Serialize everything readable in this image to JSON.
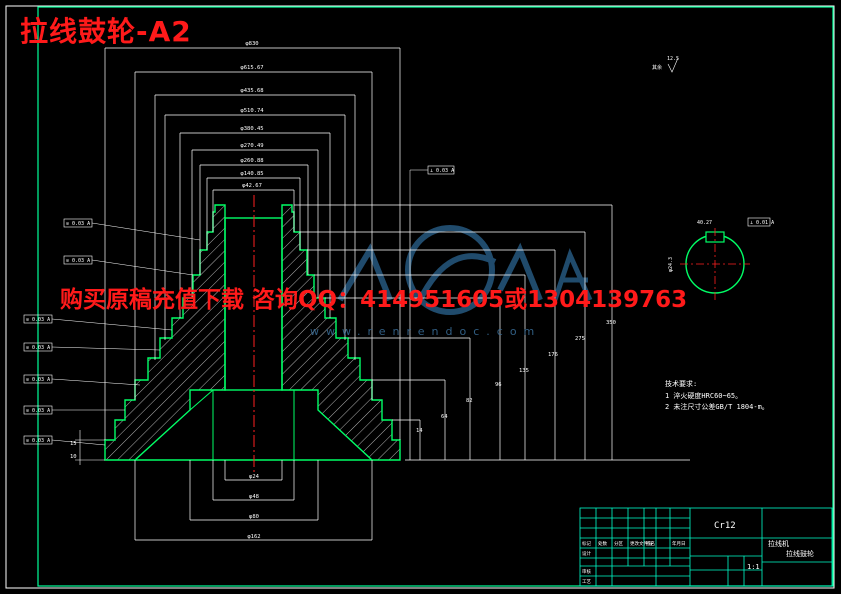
{
  "title": "拉线鼓轮-A2",
  "ad_text": "购买原稿充值下载 咨询QQ：414951605或1304139763",
  "watermark_url": "www.renrendoc.com",
  "colors": {
    "frame": "#ffffff",
    "outline": "#00ff66",
    "hatch": "#ffffff",
    "dims": "#ffffff",
    "centerline": "#ff2020",
    "red_text": "#ff1a1a",
    "watermark": "#2e6b9b",
    "table": "#00ffcc"
  },
  "roughness_note": "其余",
  "roughness_value": "12.5",
  "top_dims": [
    "φ830",
    "φ615.67",
    "φ435.68",
    "φ510.74",
    "φ380.45",
    "φ270.49",
    "φ260.88",
    "φ140.85",
    "φ42.67"
  ],
  "bottom_dims": [
    "φ24",
    "φ48",
    "φ80",
    "φ162"
  ],
  "right_dims": [
    "14",
    "64",
    "82",
    "96",
    "135",
    "176",
    "275",
    "350"
  ],
  "left_dims": [
    "15",
    "10"
  ],
  "tolerance_boxes": [
    "⊙ 0.03 A",
    "⊙ 0.03 A",
    "⊙ 0.03 A",
    "⊙ 0.03 A",
    "⊙ 0.03 A",
    "⊙ 0.03 A",
    "⊙ 0.03 A",
    "⊥ 0.03 A"
  ],
  "section_labels": {
    "keyway": "40.27",
    "dia": "φ24.3",
    "tol": "⊥ 0.01 A"
  },
  "tech_req": {
    "heading": "技术要求:",
    "items": [
      "1  淬火硬度HRC60~65。",
      "2  未注尺寸公差GB/T 1804-m。"
    ]
  },
  "title_block": {
    "material": "Cr12",
    "part_line1": "拉线机",
    "part_line2": "拉线鼓轮",
    "scale": "1:1",
    "row_labels": [
      "标记",
      "设计",
      "审核",
      "工艺"
    ],
    "col_labels": [
      "处数",
      "分区",
      "更改文件号",
      "签名",
      "年月日"
    ]
  }
}
